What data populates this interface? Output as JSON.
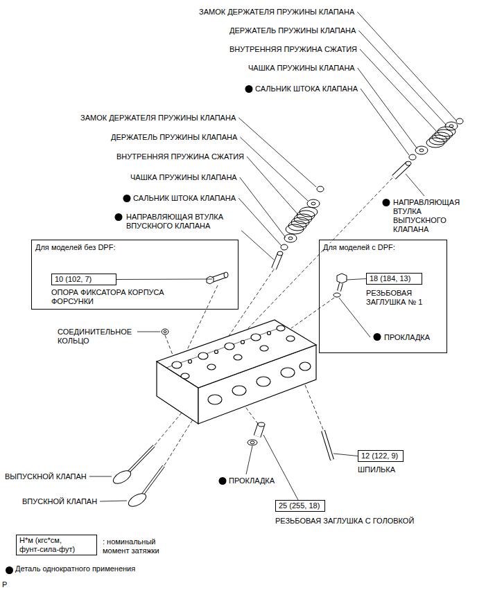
{
  "diagram": {
    "nodes": [
      {
        "text": [
          "Для моделей без DPF:",
          "ОПОРА ФИКСАТОРА КОРПУСА ФОРСУНКИ"
        ]
      },
      {
        "text": [
          "10 (102, 7)"
        ],
        "in": 0
      },
      {
        "text": [
          "Для моделей с DPF:",
          "РЕЗЬБОВАЯ ЗАГЛУШКА № 1",
          "ПРОКЛАДКА"
        ]
      },
      {
        "text": [
          "18 (184, 13)"
        ],
        "in": 2
      },
      {
        "text": [
          "12 (122, 9)"
        ]
      },
      {
        "text": [
          "25 (255, 18)"
        ]
      },
      {
        "text": [
          "Н*м (кгс*см, фунт-сила-фут)"
        ]
      }
    ],
    "labels": [
      "ЗАМОК ДЕРЖАТЕЛЯ ПРУЖИНЫ КЛАПАНА",
      "ДЕРЖАТЕЛЬ ПРУЖИНЫ КЛАПАНА",
      "ВНУТРЕННЯЯ ПРУЖИНА СЖАТИЯ",
      "ЧАШКА ПРУЖИНЫ КЛАПАНА",
      "САЛЬНИК ШТОКА КЛАПАНА",
      "ЗАМОК ДЕРЖАТЕЛЯ ПРУЖИНЫ КЛАПАНА",
      "ДЕРЖАТЕЛЬ ПРУЖИНЫ КЛАПАНА",
      "ВНУТРЕННЯЯ ПРУЖИНА СЖАТИЯ",
      "ЧАШКА ПРУЖИНЫ КЛАПАНА",
      "САЛЬНИК ШТОКА КЛАПАНА",
      "НАПРАВЛЯЮЩАЯ ВТУЛКА ВЫПУСКНОГО КЛАПАНА",
      "НАПРАВЛЯЮЩАЯ ВТУЛКА ВПУСКНОГО КЛАПАНА",
      "СОЕДИНИТЕЛЬНОЕ КОЛЬЦО",
      "ШПИЛЬКА",
      "ВЫПУСКНОЙ КЛАПАН",
      "ПРОКЛАДКА",
      "ВПУСКНОЙ КЛАПАН",
      "РЕЗЬБОВАЯ ЗАГЛУШКА С ГОЛОВКОЙ",
      "P"
    ],
    "legend": [
      {
        "text": ": номинальный момент затяжки"
      },
      {
        "text": "Деталь однократного применения",
        "color": "#000000"
      }
    ]
  }
}
